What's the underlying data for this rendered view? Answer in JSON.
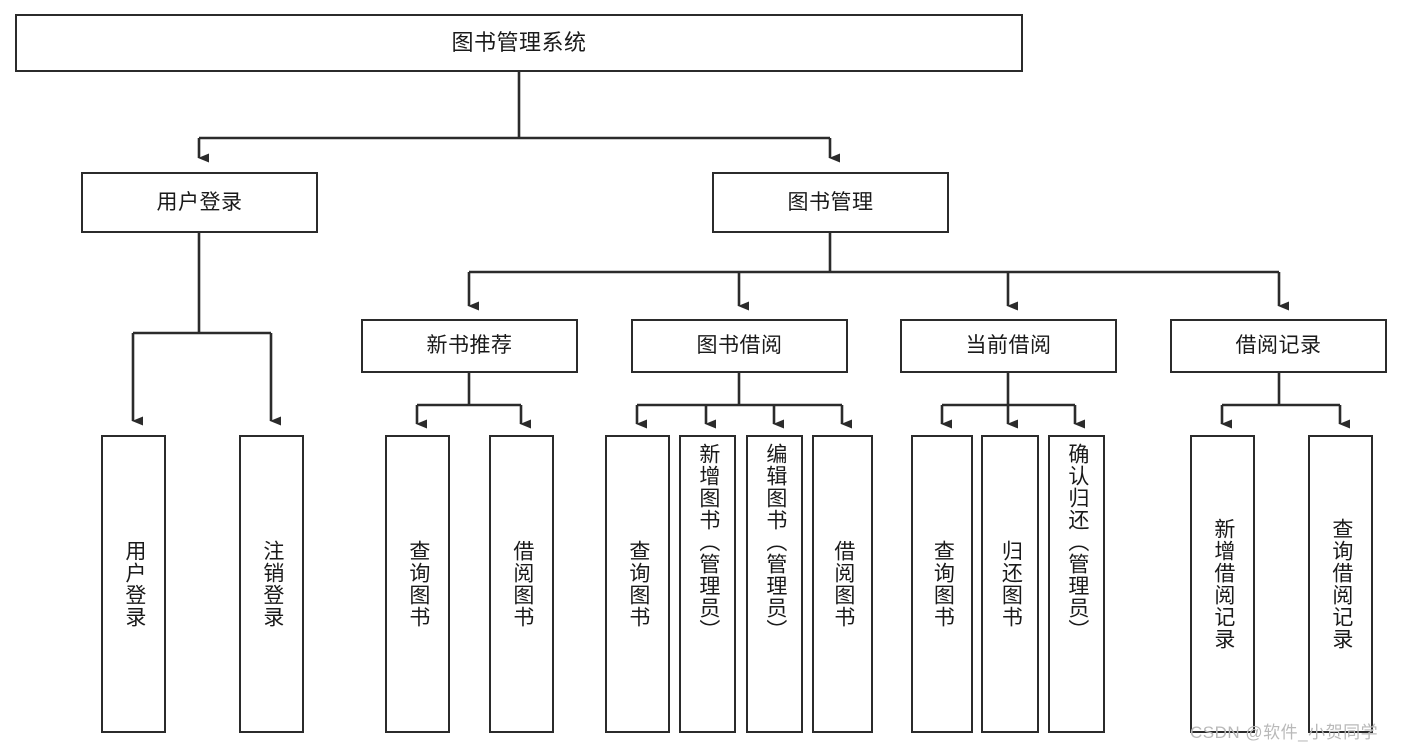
{
  "diagram": {
    "title": "图书管理系统",
    "type": "tree-hierarchy",
    "stroke_color": "#2b2b2b",
    "fill_color": "#ffffff",
    "text_color": "#1a1a1a",
    "levels": {
      "root": "图书管理系统",
      "level2": [
        "用户登录",
        "图书管理"
      ],
      "level3": [
        "新书推荐",
        "图书借阅",
        "当前借阅",
        "借阅记录"
      ]
    },
    "nodes": {
      "root": {
        "label": "图书管理系统"
      },
      "user_login": {
        "label": "用户登录"
      },
      "book_manage": {
        "label": "图书管理"
      },
      "new_book_rec": {
        "label": "新书推荐"
      },
      "book_borrow": {
        "label": "图书借阅"
      },
      "current_borrow": {
        "label": "当前借阅"
      },
      "borrow_record": {
        "label": "借阅记录"
      },
      "leaf_user_login": {
        "label": "用户登录"
      },
      "leaf_logout": {
        "label": "注销登录"
      },
      "leaf_query_book_1": {
        "label": "查询图书"
      },
      "leaf_borrow_book_1": {
        "label": "借阅图书"
      },
      "leaf_query_book_2": {
        "label": "查询图书"
      },
      "leaf_add_book_admin": {
        "label": "新增图书（管理员）"
      },
      "leaf_edit_book_admin": {
        "label": "编辑图书（管理员）"
      },
      "leaf_borrow_book_2": {
        "label": "借阅图书"
      },
      "leaf_query_book_3": {
        "label": "查询图书"
      },
      "leaf_return_book": {
        "label": "归还图书"
      },
      "leaf_confirm_return_admin": {
        "label": "确认归还（管理员）"
      },
      "leaf_add_record": {
        "label": "新增借阅记录"
      },
      "leaf_query_record": {
        "label": "查询借阅记录"
      }
    },
    "edges": [
      {
        "from": "root",
        "to": "user_login"
      },
      {
        "from": "root",
        "to": "book_manage"
      },
      {
        "from": "user_login",
        "to": "leaf_user_login"
      },
      {
        "from": "user_login",
        "to": "leaf_logout"
      },
      {
        "from": "book_manage",
        "to": "new_book_rec"
      },
      {
        "from": "book_manage",
        "to": "book_borrow"
      },
      {
        "from": "book_manage",
        "to": "current_borrow"
      },
      {
        "from": "book_manage",
        "to": "borrow_record"
      },
      {
        "from": "new_book_rec",
        "to": "leaf_query_book_1"
      },
      {
        "from": "new_book_rec",
        "to": "leaf_borrow_book_1"
      },
      {
        "from": "book_borrow",
        "to": "leaf_query_book_2"
      },
      {
        "from": "book_borrow",
        "to": "leaf_add_book_admin"
      },
      {
        "from": "book_borrow",
        "to": "leaf_edit_book_admin"
      },
      {
        "from": "book_borrow",
        "to": "leaf_borrow_book_2"
      },
      {
        "from": "current_borrow",
        "to": "leaf_query_book_3"
      },
      {
        "from": "current_borrow",
        "to": "leaf_return_book"
      },
      {
        "from": "current_borrow",
        "to": "leaf_confirm_return_admin"
      },
      {
        "from": "borrow_record",
        "to": "leaf_add_record"
      },
      {
        "from": "borrow_record",
        "to": "leaf_query_record"
      }
    ]
  },
  "watermark": {
    "text": "CSDN @软件_小贺同学",
    "color": "#b9b9b9"
  }
}
